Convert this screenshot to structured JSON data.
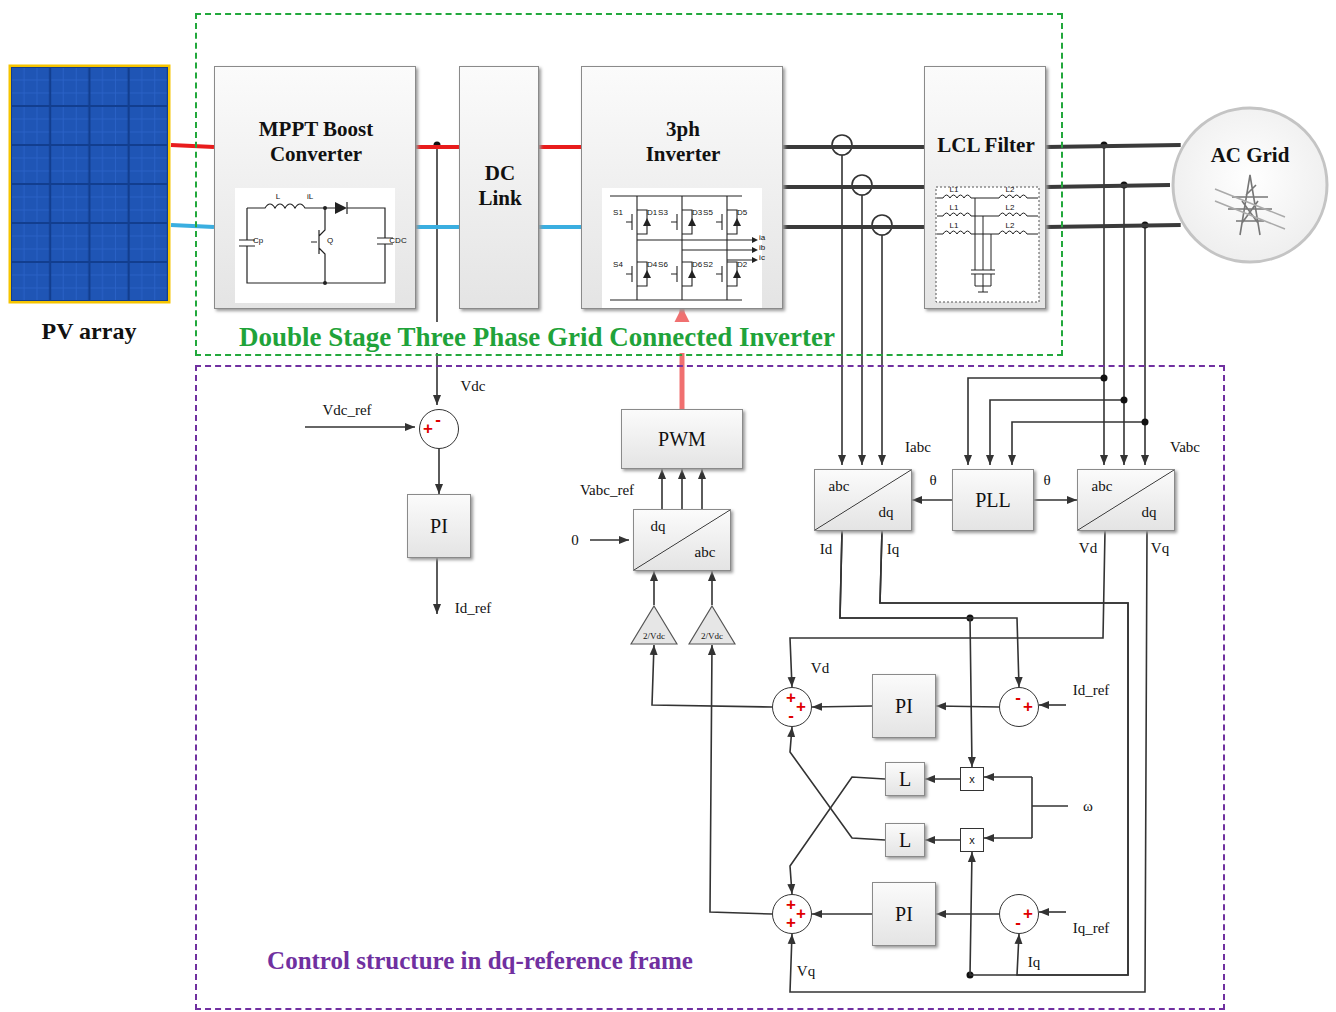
{
  "diagram": {
    "nodes": [
      {
        "text": [
          "Double Stage Three Phase Grid Connected Inverter"
        ]
      },
      {
        "text": [
          "MPPT Boost Converter"
        ],
        "in": 0
      },
      {
        "text": [
          "DC Link"
        ],
        "in": 0
      },
      {
        "text": [
          "3ph Inverter"
        ],
        "in": 0
      },
      {
        "text": [
          "LCL Filter"
        ],
        "in": 0
      },
      {
        "text": [
          "PV array"
        ]
      },
      {
        "text": [
          "AC Grid"
        ]
      },
      {
        "text": [
          "Control structure in dq-reference frame"
        ]
      },
      {
        "text": [
          "PWM"
        ],
        "in": 7
      },
      {
        "text": [
          "dq",
          "abc"
        ],
        "in": 7
      },
      {
        "text": [
          "abc",
          "dq"
        ],
        "in": 7
      },
      {
        "text": [
          "PLL"
        ],
        "in": 7
      },
      {
        "text": [
          "abc",
          "dq"
        ],
        "in": 7
      },
      {
        "text": [
          "PI"
        ],
        "in": 7
      },
      {
        "text": [
          "PI"
        ],
        "in": 7
      },
      {
        "text": [
          "PI"
        ],
        "in": 7
      },
      {
        "text": [
          "L"
        ],
        "in": 7
      },
      {
        "text": [
          "L"
        ],
        "in": 7
      },
      {
        "text": [
          "-",
          "+"
        ],
        "in": 7
      },
      {
        "text": [
          "-",
          "+"
        ],
        "in": 7
      },
      {
        "text": [
          "+",
          "+",
          "-"
        ],
        "in": 7
      },
      {
        "text": [
          "x"
        ],
        "in": 7
      },
      {
        "text": [
          "x"
        ],
        "in": 7
      },
      {
        "text": [
          "+",
          "+",
          "+"
        ],
        "in": 7
      },
      {
        "text": [
          "+",
          "-"
        ],
        "in": 7
      },
      {
        "text": [
          "2/Vdc"
        ],
        "in": 7
      },
      {
        "text": [
          "2/Vdc"
        ],
        "in": 7
      }
    ],
    "edges": [
      {
        "from": 5,
        "to": 1,
        "arrow": "none"
      },
      {
        "from": 5,
        "to": 1,
        "arrow": "none"
      },
      {
        "from": 1,
        "to": 2,
        "arrow": "none"
      },
      {
        "from": 1,
        "to": 2,
        "arrow": "none"
      },
      {
        "from": 2,
        "to": 3,
        "arrow": "none"
      },
      {
        "from": 2,
        "to": 3,
        "arrow": "none"
      },
      {
        "from": 3,
        "to": 4,
        "arrow": "none"
      },
      {
        "from": 3,
        "to": 4,
        "arrow": "none"
      },
      {
        "from": 3,
        "to": 4,
        "arrow": "none"
      },
      {
        "from": 4,
        "to": 6,
        "arrow": "none"
      },
      {
        "from": 4,
        "to": 6,
        "arrow": "none"
      },
      {
        "from": 4,
        "to": 6,
        "arrow": "none"
      },
      {
        "from": 8,
        "to": 3,
        "arrow": "to"
      },
      {
        "from": 9,
        "to": 8,
        "arrow": "to"
      },
      {
        "from": 9,
        "to": 8,
        "arrow": "to"
      },
      {
        "from": 9,
        "to": 8,
        "arrow": "to"
      },
      {
        "from": 11,
        "to": 10,
        "arrow": "to"
      },
      {
        "from": 11,
        "to": 12,
        "arrow": "to"
      },
      {
        "from": 10,
        "to": 19,
        "arrow": "to"
      },
      {
        "from": 10,
        "to": 21,
        "arrow": "to"
      },
      {
        "from": 10,
        "to": 24,
        "arrow": "to"
      },
      {
        "from": 10,
        "to": 22,
        "arrow": "to"
      },
      {
        "from": 12,
        "to": 20,
        "arrow": "to"
      },
      {
        "from": 12,
        "to": 23,
        "arrow": "to"
      },
      {
        "from": 19,
        "to": 14,
        "arrow": "to"
      },
      {
        "from": 14,
        "to": 20,
        "arrow": "to"
      },
      {
        "from": 21,
        "to": 16,
        "arrow": "to"
      },
      {
        "from": 16,
        "to": 23,
        "arrow": "to"
      },
      {
        "from": 22,
        "to": 17,
        "arrow": "to"
      },
      {
        "from": 17,
        "to": 20,
        "arrow": "to"
      },
      {
        "from": 24,
        "to": 15,
        "arrow": "to"
      },
      {
        "from": 15,
        "to": 23,
        "arrow": "to"
      },
      {
        "from": 20,
        "to": 25,
        "arrow": "to"
      },
      {
        "from": 23,
        "to": 26,
        "arrow": "to"
      },
      {
        "from": 25,
        "to": 9,
        "arrow": "to"
      },
      {
        "from": 26,
        "to": 9,
        "arrow": "to"
      },
      {
        "from": 18,
        "to": 13,
        "arrow": "to"
      }
    ],
    "labels": [
      "Vdc",
      "Vdc_ref",
      "Id_ref",
      "Vabc_ref",
      "0",
      "Iabc",
      "θ",
      "θ",
      "Vabc",
      "Id",
      "Iq",
      "Vd",
      "Vq",
      "Vd",
      "Id_ref",
      "ω",
      "Iq_ref",
      "Iq",
      "Vq",
      "L",
      "iL",
      "Cp",
      "Q",
      "CDC",
      "S1",
      "D1",
      "S3",
      "D3",
      "S5",
      "D5",
      "S4",
      "D4",
      "S6",
      "D6",
      "S2",
      "D2",
      "ia",
      "ib",
      "ic",
      "L1",
      "L2",
      "L1",
      "L2",
      "L1",
      "L2"
    ]
  }
}
